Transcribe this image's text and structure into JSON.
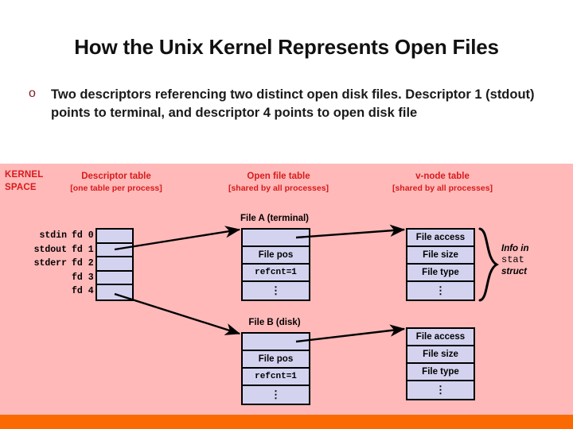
{
  "slide": {
    "title": "How the Unix Kernel Represents Open Files",
    "background_color": "#ffffff",
    "panel_color": "#ffb9b9",
    "accent_bar_color": "#fb6a02",
    "header_text_color": "#d81a1a",
    "cell_fill_color": "#d3d3f0"
  },
  "bullet": {
    "marker": "o",
    "text": "Two descriptors referencing two distinct open disk files. Descriptor 1 (stdout) points to terminal, and descriptor 4 points to open disk file"
  },
  "kernel_space": {
    "line1": "KERNEL",
    "line2": "SPACE"
  },
  "columns": [
    {
      "id": "descriptor",
      "title": "Descriptor table",
      "subtitle": "[one table per process]"
    },
    {
      "id": "open_file",
      "title": "Open file table",
      "subtitle": "[shared by all processes]"
    },
    {
      "id": "vnode",
      "title": "v-node table",
      "subtitle": "[shared by all processes]"
    }
  ],
  "descriptor_table": {
    "rows": [
      {
        "stream": "stdin",
        "fd": "fd 0"
      },
      {
        "stream": "stdout",
        "fd": "fd 1"
      },
      {
        "stream": "stderr",
        "fd": "fd 2"
      },
      {
        "stream": "",
        "fd": "fd 3"
      },
      {
        "stream": "",
        "fd": "fd 4"
      }
    ]
  },
  "open_file_tables": [
    {
      "id": "file-a",
      "label": "File A (terminal)",
      "cells": [
        "",
        "File pos",
        "refcnt=1",
        "⋮"
      ]
    },
    {
      "id": "file-b",
      "label": "File B (disk)",
      "cells": [
        "",
        "File pos",
        "refcnt=1",
        "⋮"
      ]
    }
  ],
  "vnode_tables": [
    {
      "id": "vnode-a",
      "cells": [
        "File access",
        "File size",
        "File type",
        "⋮"
      ]
    },
    {
      "id": "vnode-b",
      "cells": [
        "File access",
        "File size",
        "File type",
        "⋮"
      ]
    }
  ],
  "stat_annotation": {
    "line1": "Info in",
    "line2": "stat",
    "line3": "struct"
  }
}
